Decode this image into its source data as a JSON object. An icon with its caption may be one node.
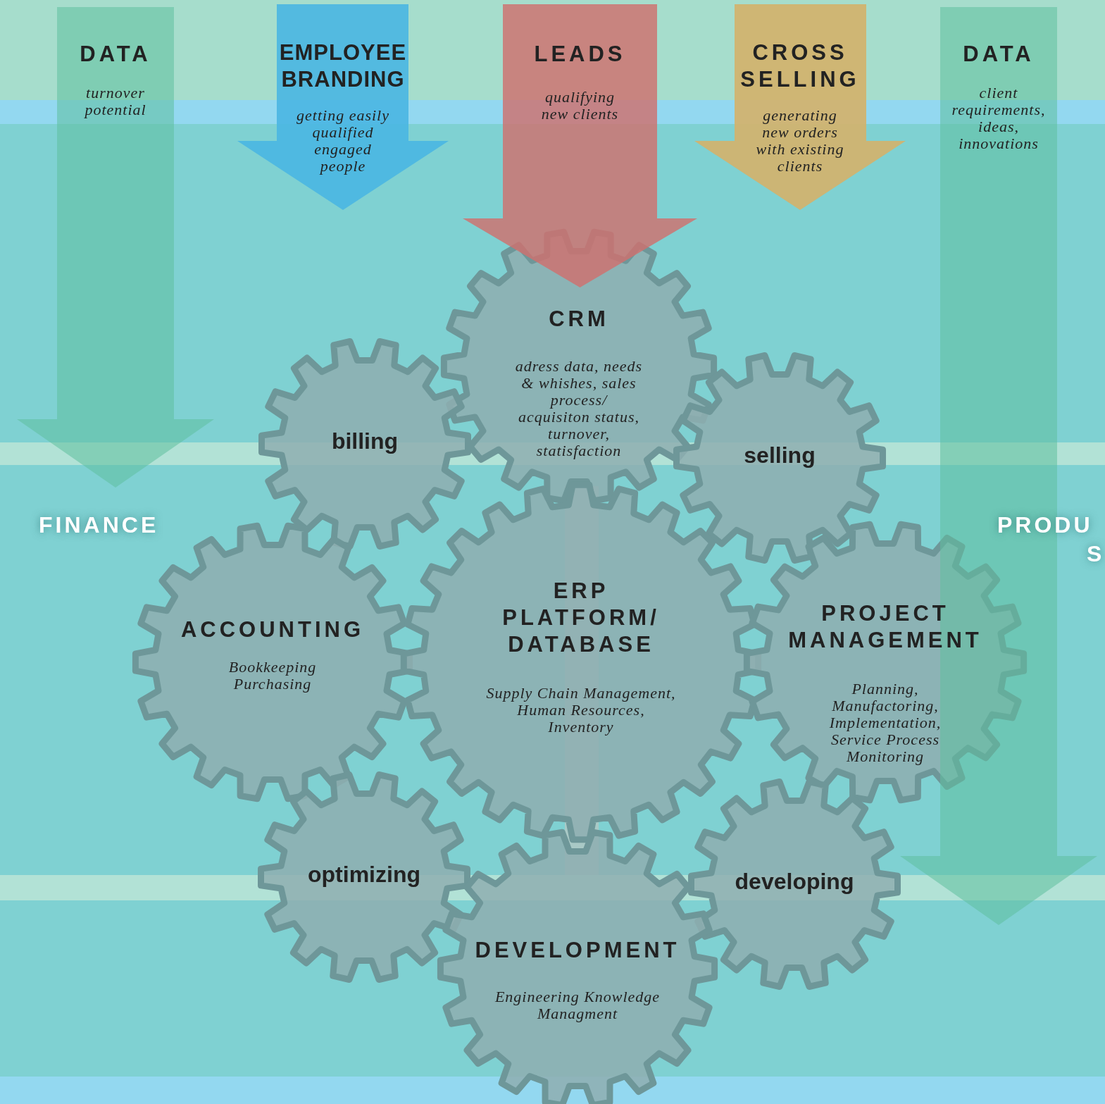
{
  "diagram": {
    "nodes": [
      {
        "text": [
          "DATA",
          "turnover potential"
        ]
      },
      {
        "text": [
          "EMPLOYEE BRANDING",
          "getting easily qualified engaged people"
        ]
      },
      {
        "text": [
          "LEADS",
          "qualifying new clients"
        ]
      },
      {
        "text": [
          "CROSS SELLING",
          "generating new orders with existing clients"
        ]
      },
      {
        "text": [
          "DATA",
          "client requirements, ideas, innovations"
        ]
      },
      {
        "text": [
          "CRM",
          "adress data, needs & whishes, sales process/ acquisiton status, turnover, statisfaction"
        ]
      },
      {
        "text": [
          "billing"
        ]
      },
      {
        "text": [
          "selling"
        ]
      },
      {
        "text": [
          "ACCOUNTING",
          "Bookkeeping Purchasing"
        ]
      },
      {
        "text": [
          "ERP PLATFORM/ DATABASE",
          "Supply Chain Management, Human Resources, Inventory"
        ]
      },
      {
        "text": [
          "PROJECT MANAGEMENT",
          "Planning, Manufactoring, Implementation, Service Process Monitoring"
        ]
      },
      {
        "text": [
          "optimizing"
        ]
      },
      {
        "text": [
          "developing"
        ]
      },
      {
        "text": [
          "DEVELOPMENT",
          "Engineering Knowledge Managment"
        ]
      }
    ],
    "labels": [
      "FINANCE",
      "PRODU",
      "S"
    ]
  }
}
